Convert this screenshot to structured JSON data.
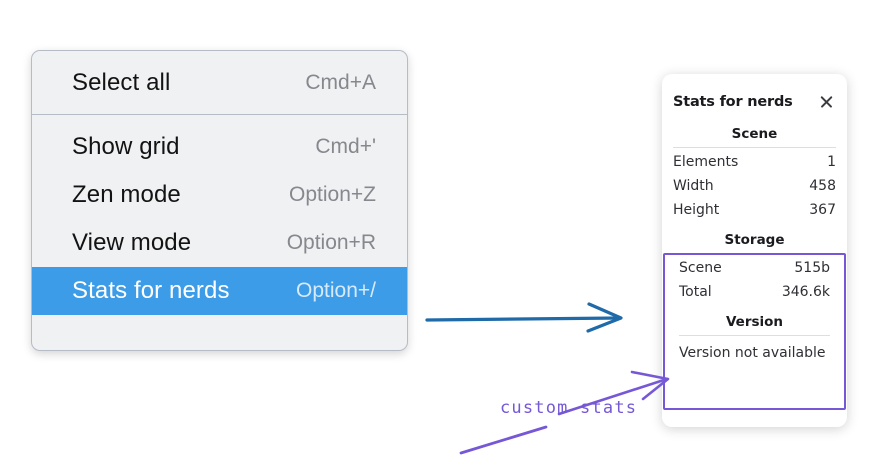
{
  "context_menu": {
    "groups": [
      {
        "items": [
          {
            "label": "Select all",
            "shortcut": "Cmd+A",
            "selected": false
          }
        ]
      },
      {
        "items": [
          {
            "label": "Show grid",
            "shortcut": "Cmd+'",
            "selected": false
          },
          {
            "label": "Zen mode",
            "shortcut": "Option+Z",
            "selected": false
          },
          {
            "label": "View mode",
            "shortcut": "Option+R",
            "selected": false
          },
          {
            "label": "Stats for nerds",
            "shortcut": "Option+/",
            "selected": true
          }
        ]
      }
    ],
    "highlight_color": "#3c9ce8"
  },
  "stats_panel": {
    "title": "Stats for nerds",
    "close_icon": "close-icon",
    "sections": [
      {
        "name": "Scene",
        "rows": [
          {
            "key": "Elements",
            "value": "1"
          },
          {
            "key": "Width",
            "value": "458"
          },
          {
            "key": "Height",
            "value": "367"
          }
        ]
      },
      {
        "name": "Storage",
        "rows": [
          {
            "key": "Scene",
            "value": "515b"
          },
          {
            "key": "Total",
            "value": "346.6k"
          }
        ]
      },
      {
        "name": "Version",
        "note": "Version not available"
      }
    ]
  },
  "annotations": {
    "custom_stats_label": "custom stats",
    "purple_color": "#7658d6",
    "blue_arrow_color": "#1f6aa8"
  }
}
